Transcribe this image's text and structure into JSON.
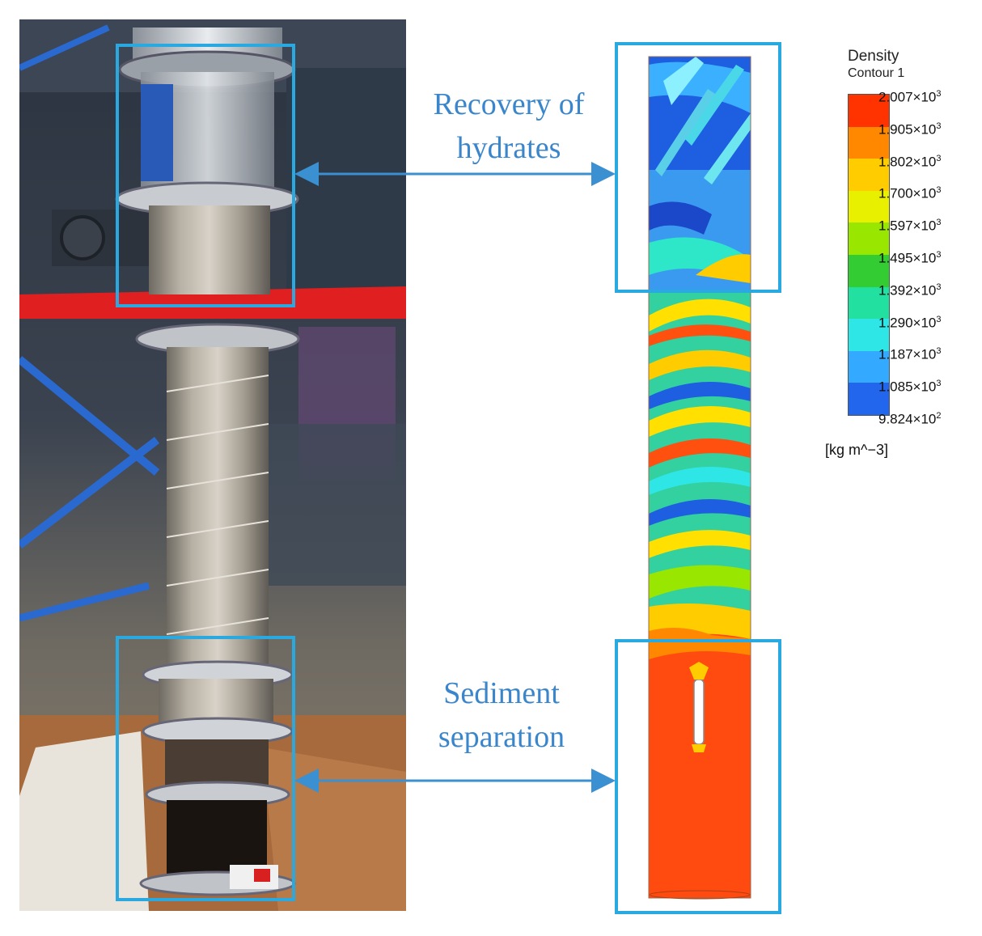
{
  "annotations": {
    "recovery_line1": "Recovery of",
    "recovery_line2": "hydrates",
    "sediment_line1": "Sediment",
    "sediment_line2": "separation"
  },
  "legend": {
    "title_line1": "Density",
    "title_line2": "Contour 1",
    "unit": "[kg m^−3]",
    "ticks": [
      {
        "mantissa": "2.007",
        "exp": "3"
      },
      {
        "mantissa": "1.905",
        "exp": "3"
      },
      {
        "mantissa": "1.802",
        "exp": "3"
      },
      {
        "mantissa": "1.700",
        "exp": "3"
      },
      {
        "mantissa": "1.597",
        "exp": "3"
      },
      {
        "mantissa": "1.495",
        "exp": "3"
      },
      {
        "mantissa": "1.392",
        "exp": "3"
      },
      {
        "mantissa": "1.290",
        "exp": "3"
      },
      {
        "mantissa": "1.187",
        "exp": "3"
      },
      {
        "mantissa": "1.085",
        "exp": "3"
      },
      {
        "mantissa": "9.824",
        "exp": "2"
      }
    ],
    "colors": [
      "#ff3300",
      "#ff8800",
      "#ffcc00",
      "#e8f000",
      "#99e600",
      "#33cc33",
      "#22e0a0",
      "#2ee6e6",
      "#33aaff",
      "#2266ee"
    ]
  },
  "colors": {
    "accent": "#2aa8e0",
    "label_text": "#3a86cc",
    "arrow": "#3a90d0"
  }
}
